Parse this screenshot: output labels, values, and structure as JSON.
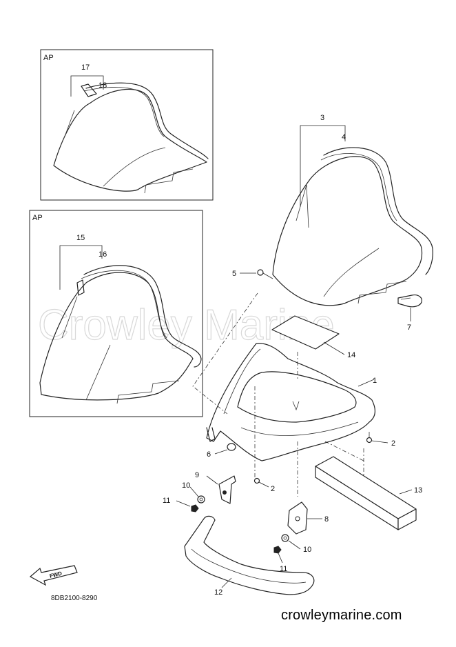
{
  "watermark": "Crowley Marine",
  "footer_url": "crowleymarine.com",
  "diagram_code": "8DB2100-8290",
  "fwd_label": "FWD",
  "inset_top": {
    "tag": "AP",
    "labels": [
      "17",
      "18"
    ]
  },
  "inset_bottom": {
    "tag": "AP",
    "labels": [
      "15",
      "16"
    ]
  },
  "callouts": {
    "c1": "1",
    "c2a": "2",
    "c2b": "2",
    "c3": "3",
    "c4": "4",
    "c5": "5",
    "c6": "6",
    "c7": "7",
    "c8": "8",
    "c9": "9",
    "c10a": "10",
    "c10b": "10",
    "c11a": "11",
    "c11b": "11",
    "c12": "12",
    "c13": "13",
    "c14": "14"
  }
}
